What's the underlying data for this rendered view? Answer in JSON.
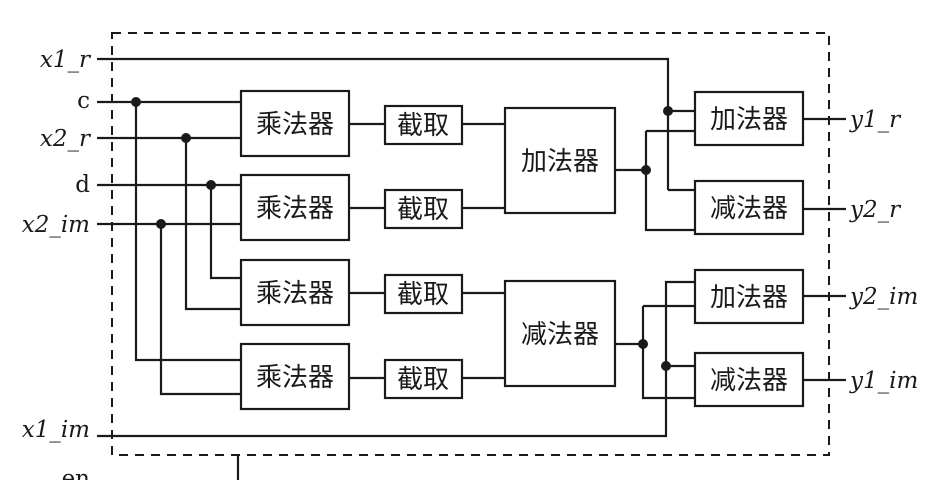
{
  "inputs": {
    "x1_r": "x1_r",
    "c": "c",
    "x2_r": "x2_r",
    "d": "d",
    "x2_im": "x2_im",
    "x1_im": "x1_im",
    "en": "en"
  },
  "outputs": {
    "y1_r": "y1_r",
    "y2_r": "y2_r",
    "y2_im": "y2_im",
    "y1_im": "y1_im"
  },
  "blocks": {
    "mult_1": "乘法器",
    "mult_2": "乘法器",
    "mult_3": "乘法器",
    "mult_4": "乘法器",
    "trunc_1": "截取",
    "trunc_2": "截取",
    "trunc_3": "截取",
    "trunc_4": "截取",
    "adder_mid": "加法器",
    "sub_mid": "减法器",
    "adder_out_r": "加法器",
    "sub_out_r": "减法器",
    "adder_out_im": "加法器",
    "sub_out_im": "减法器"
  }
}
